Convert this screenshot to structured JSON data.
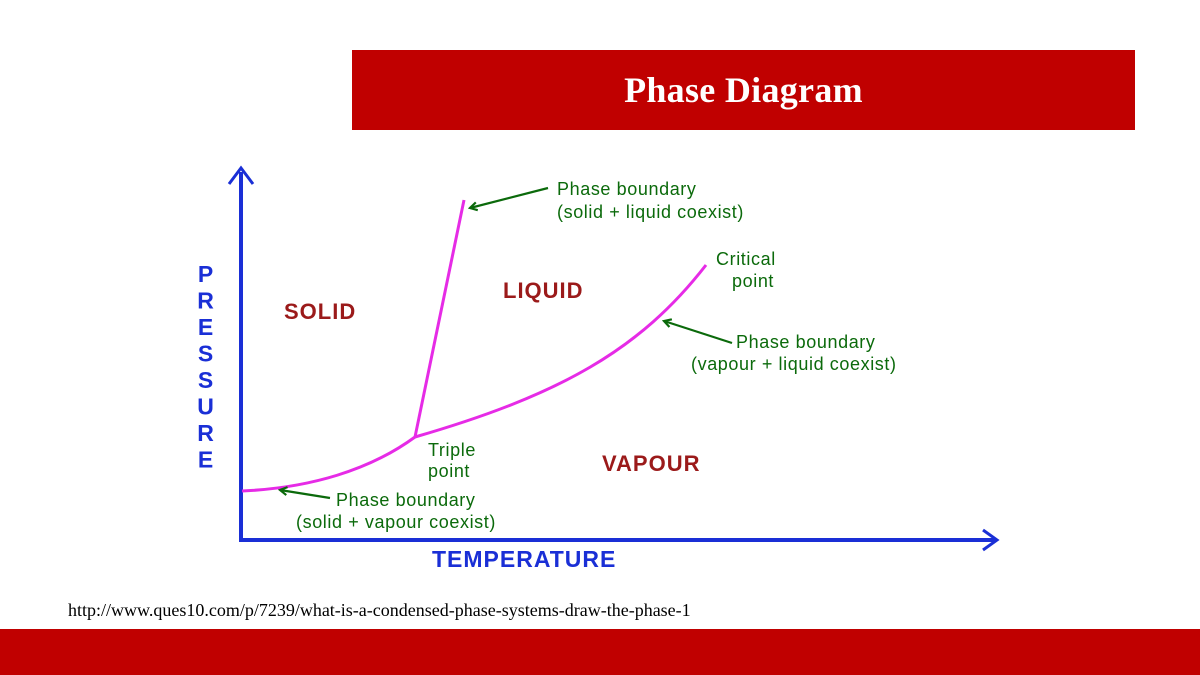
{
  "slide": {
    "title": "Phase Diagram",
    "source_url": "http://www.ques10.com/p/7239/what-is-a-condensed-phase-systems-draw-the-phase-1"
  },
  "diagram": {
    "x_axis_label": "TEMPERATURE",
    "y_axis_label": "PRESSURE",
    "regions": {
      "solid": "SOLID",
      "liquid": "LIQUID",
      "vapour": "VAPOUR"
    },
    "annotations": {
      "solid_liquid_line1": "Phase boundary",
      "solid_liquid_line2": "(solid + liquid coexist)",
      "critical_line1": "Critical",
      "critical_line2": "point",
      "vapour_liquid_line1": "Phase boundary",
      "vapour_liquid_line2": "(vapour + liquid coexist)",
      "triple_line1": "Triple",
      "triple_line2": "point",
      "solid_vapour_line1": "Phase boundary",
      "solid_vapour_line2": "(solid + vapour coexist)"
    },
    "colors": {
      "axis": "#1a2fd6",
      "curve": "#e62be6",
      "region_text": "#9b1a1a",
      "annotation": "#0b6a0b",
      "banner": "#c00000"
    }
  }
}
